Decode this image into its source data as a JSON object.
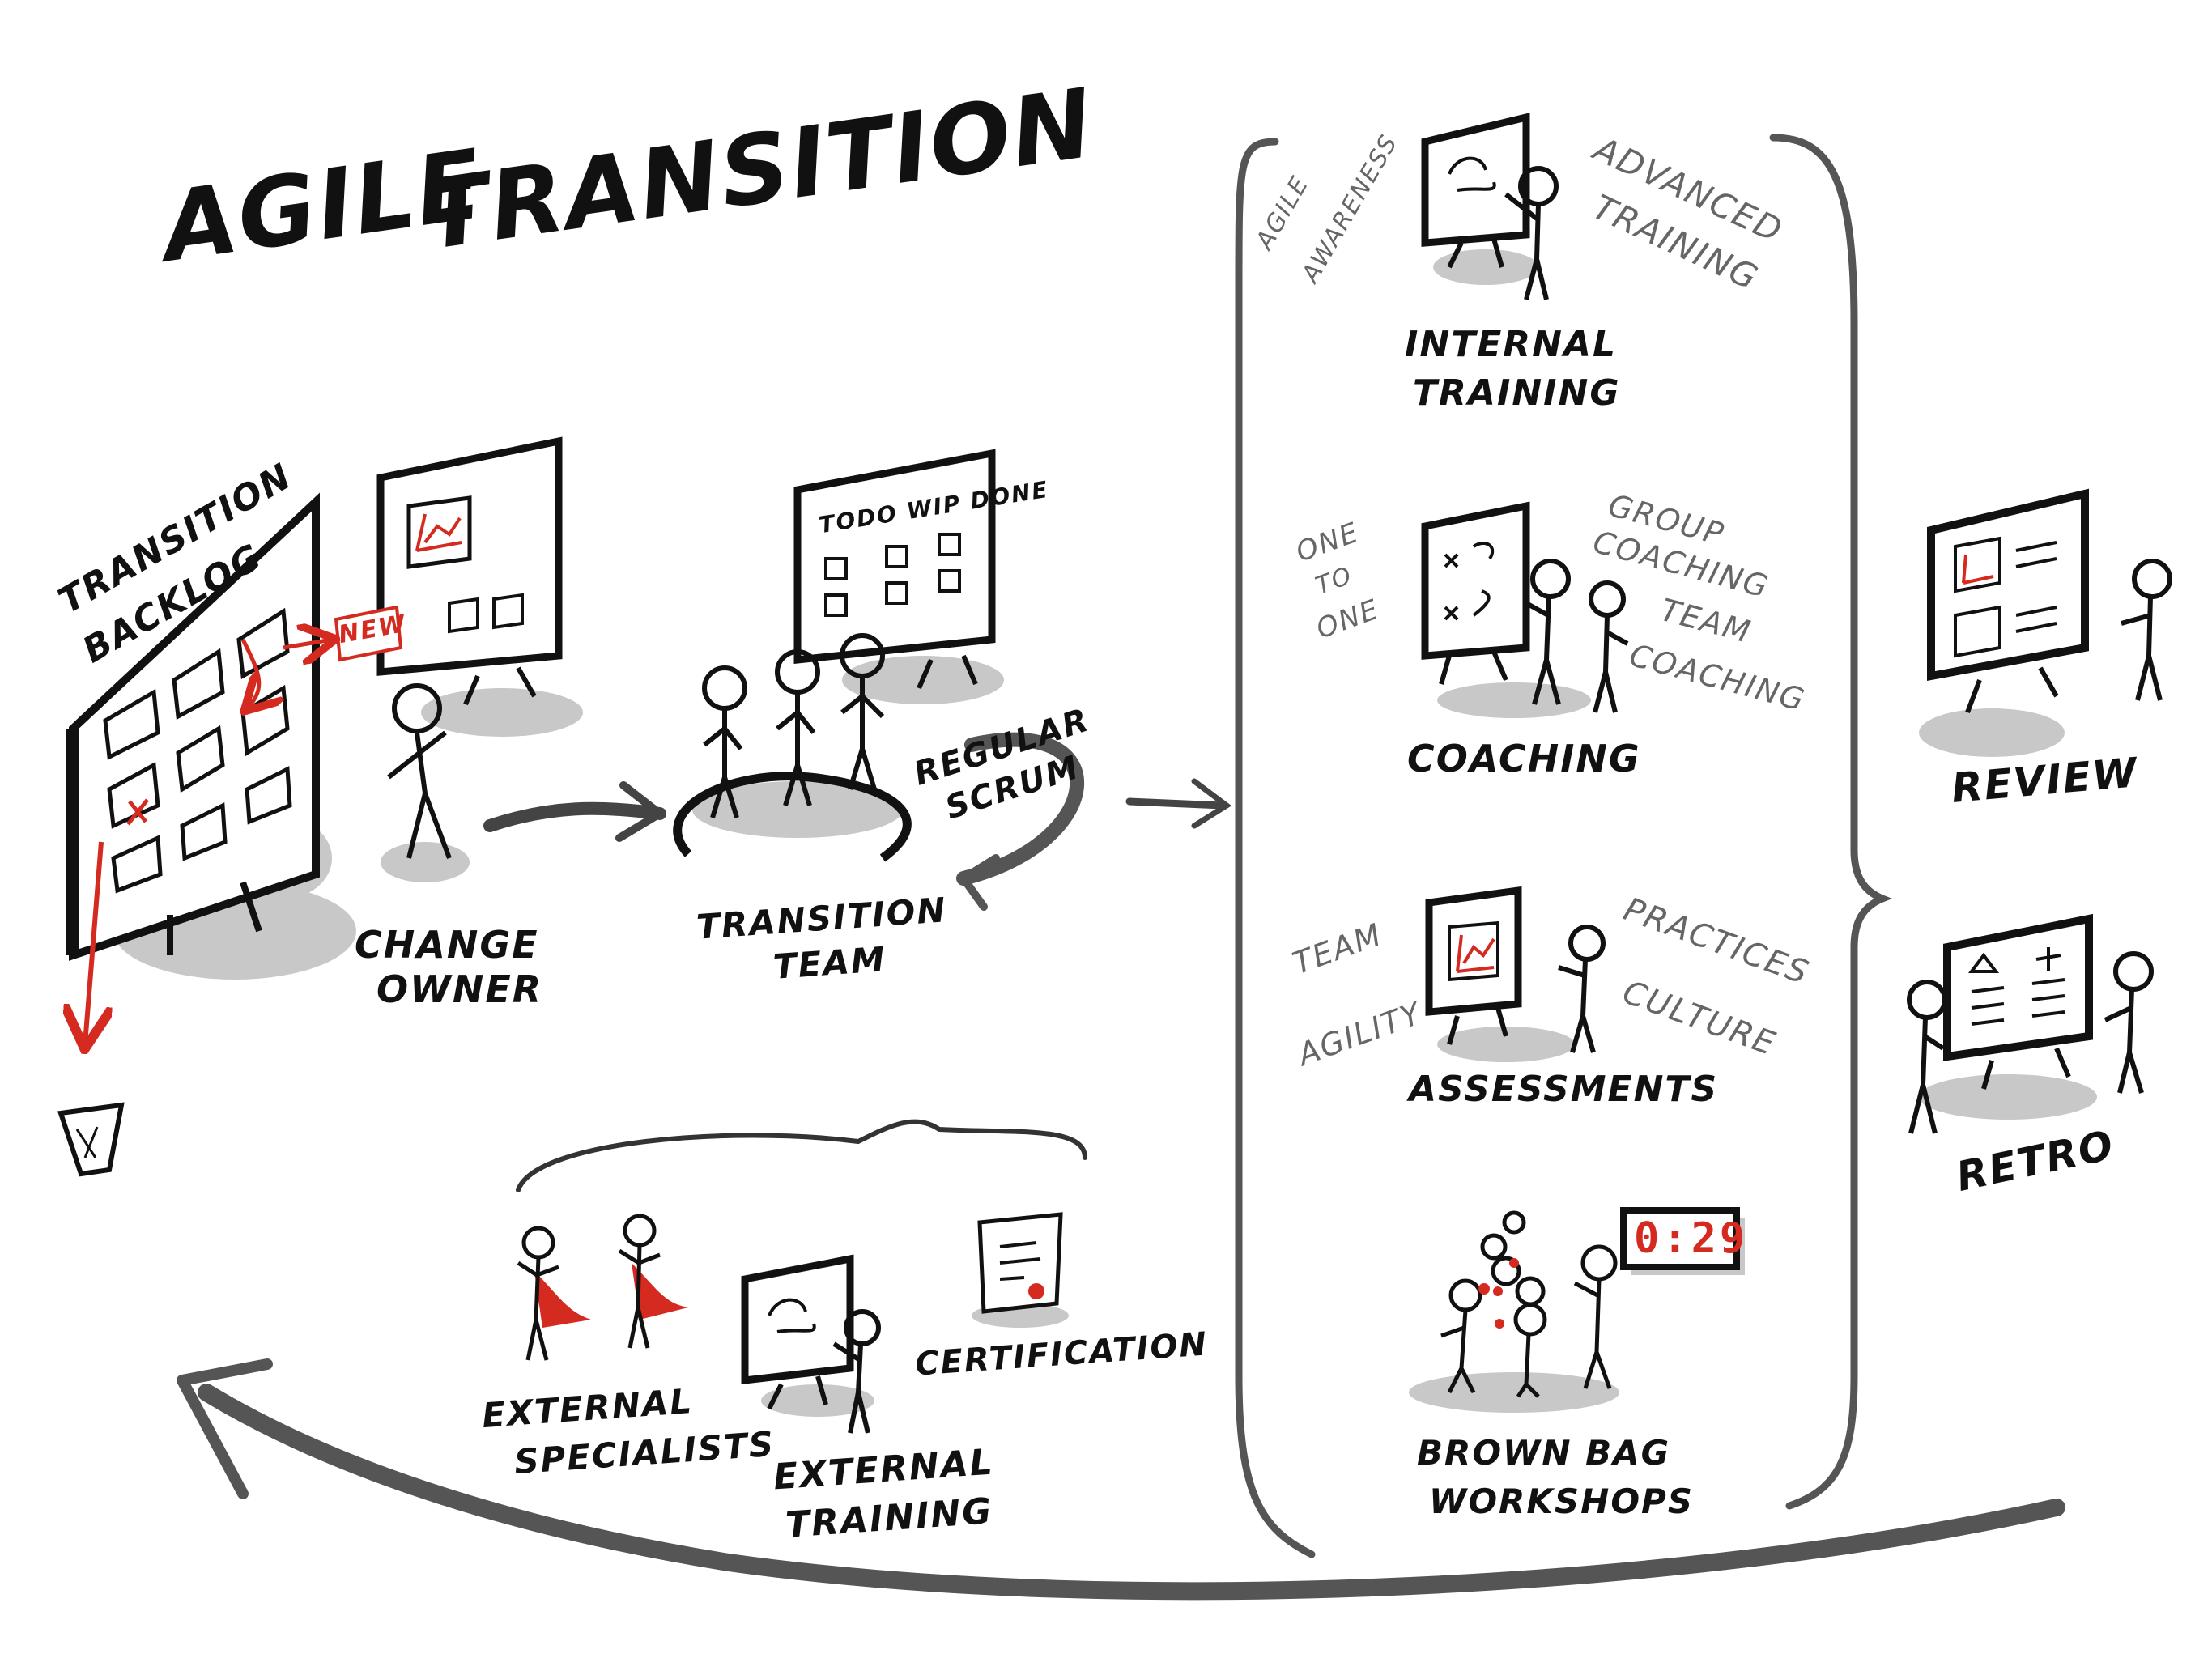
{
  "title": {
    "line1": "AGILE",
    "line2": "TRANSITION"
  },
  "left": {
    "backlog_label_line1": "TRANSITION",
    "backlog_label_line2": "BACKLOG",
    "new_tag": "NEW",
    "change_owner_line1": "CHANGE",
    "change_owner_line2": "OWNER",
    "board_columns": "TODO WIP DONE",
    "regular_scrum_line1": "REGULAR",
    "regular_scrum_line2": "SCRUM",
    "transition_team_line1": "TRANSITION",
    "transition_team_line2": "TEAM"
  },
  "middle": {
    "internal_training": {
      "left_note_line1": "AGILE",
      "left_note_line2": "AWARENESS",
      "right_note_line1": "ADVANCED",
      "right_note_line2": "TRAINING",
      "label_line1": "INTERNAL",
      "label_line2": "TRAINING"
    },
    "coaching": {
      "left_note_line1": "ONE",
      "left_note_line2": "TO",
      "left_note_line3": "ONE",
      "right_note1_line1": "GROUP",
      "right_note1_line2": "COACHING",
      "right_note2_line1": "TEAM",
      "right_note2_line2": "COACHING",
      "label": "COACHING"
    },
    "assessments": {
      "left_note1": "TEAM",
      "left_note2": "AGILITY",
      "right_note1": "PRACTICES",
      "right_note2": "CULTURE",
      "label": "ASSESSMENTS"
    },
    "brown_bag": {
      "timer": "0:29",
      "label_line1": "BROWN BAG",
      "label_line2": "WORKSHOPS"
    }
  },
  "right": {
    "review": "REVIEW",
    "retro": "RETRO"
  },
  "bottom": {
    "external_specialists_line1": "EXTERNAL",
    "external_specialists_line2": "SPECIALISTS",
    "external_training_line1": "EXTERNAL",
    "external_training_line2": "TRAINING",
    "certification": "CERTIFICATION"
  },
  "colors": {
    "ink": "#111111",
    "accent": "#d42a20",
    "shadow": "#bdbdbd",
    "note": "#666666"
  }
}
